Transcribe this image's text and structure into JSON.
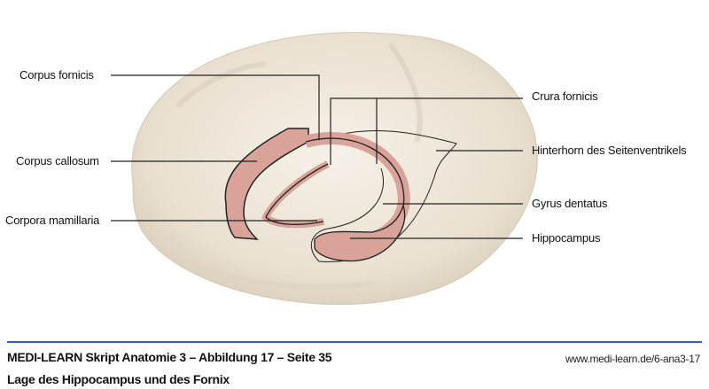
{
  "diagram": {
    "labels": {
      "corpus_fornicis": "Corpus fornicis",
      "corpus_callosum": "Corpus callosum",
      "corpora_mamillaria": "Corpora mamillaria",
      "crura_fornicis": "Crura fornicis",
      "hinterhorn": "Hinterhorn des Seitenventrikels",
      "gyrus_dentatus": "Gyrus dentatus",
      "hippocampus": "Hippocampus"
    },
    "colors": {
      "brain": "#ede5d6",
      "structure": "#d9a39a",
      "accent_rule": "#2a64b0"
    }
  },
  "footer": {
    "title": "MEDI-LEARN Skript Anatomie 3 – Abbildung 17 – Seite 35",
    "subtitle": "Lage des Hippocampus und des Fornix",
    "url": "www.medi-learn.de/6-ana3-17"
  }
}
